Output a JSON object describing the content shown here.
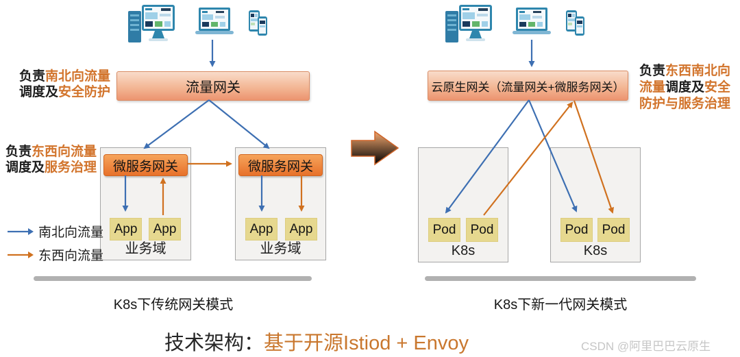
{
  "colors": {
    "north_south_blue": "#3d6fb2",
    "east_west_orange": "#d0711f",
    "gateway_box_top": "#f9dcca",
    "gateway_box_bottom": "#ec9470",
    "microservice_box_top": "#f6a45b",
    "microservice_box_bottom": "#e7712a",
    "app_pod_fill": "#e6d88f",
    "container_fill": "#f3f2f0",
    "divider_gray": "#b1b1b1",
    "highlight_text_orange": "#d2742c",
    "title_orange": "#c9772e",
    "watermark_gray": "#c6c6c6"
  },
  "left": {
    "label_north_south": {
      "prefix": "负责",
      "highlight1": "南北向流量",
      "middle": "调度及",
      "highlight2": "安全防护"
    },
    "label_east_west": {
      "prefix": "负责",
      "highlight1": "东西向流量",
      "middle": "调度及",
      "highlight2": "服务治理"
    },
    "traffic_gateway_label": "流量网关",
    "microservice_gateway_label": "微服务网关",
    "app_label": "App",
    "business_domain_label": "业务域",
    "legend": {
      "north_south": "南北向流量",
      "east_west": "东西向流量"
    },
    "caption": "K8s下传统网关模式"
  },
  "right": {
    "gateway_label": "云原生网关（流量网关+微服务网关）",
    "label_all_direction": {
      "prefix": "负责",
      "highlight1": "东西南北向",
      "highlight2": "流量",
      "middle": "调度及",
      "highlight3": "安全",
      "highlight4": "防护与服务治理"
    },
    "pod_label": "Pod",
    "k8s_label": "K8s",
    "caption": "K8s下新一代网关模式"
  },
  "footer": {
    "title_prefix": "技术架构：",
    "title_highlight": "基于开源Istiod + Envoy",
    "watermark": "CSDN @阿里巴巴云原生"
  }
}
